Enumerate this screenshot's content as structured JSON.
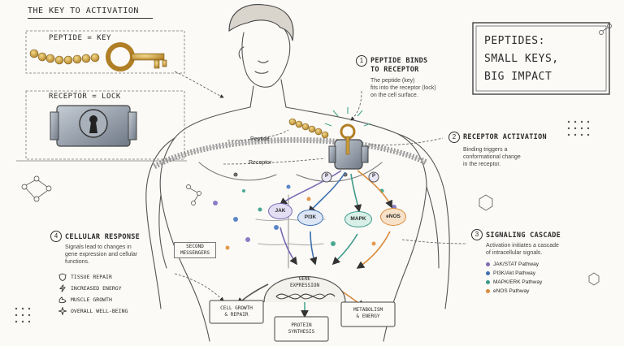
{
  "header": {
    "left_title": "THE KEY TO ACTIVATION",
    "peptide_eq": "PEPTIDE = KEY",
    "receptor_eq": "RECEPTOR = LOCK"
  },
  "headline": {
    "line1": "PEPTIDES:",
    "line2": "SMALL KEYS,",
    "line3": "BIG IMPACT"
  },
  "steps": [
    {
      "num": "1",
      "title": "PEPTIDE BINDS",
      "title2": "TO RECEPTOR",
      "desc": [
        "The peptide (key)",
        "fits into the receptor (lock)",
        "on the cell surface."
      ]
    },
    {
      "num": "2",
      "title": "RECEPTOR ACTIVATION",
      "desc": [
        "Binding triggers a",
        "conformational change",
        "in the receptor."
      ]
    },
    {
      "num": "3",
      "title": "SIGNALING CASCADE",
      "desc": [
        "Activation initiates a cascade",
        "of intracellular signals."
      ]
    },
    {
      "num": "4",
      "title": "CELLULAR RESPONSE",
      "desc": [
        "Signals lead to changes in",
        "gene expression and cellular",
        "functions."
      ]
    }
  ],
  "labels": {
    "peptide": "Peptide",
    "receptor": "Receptor",
    "p_marker": "P",
    "second_messengers_1": "SECOND",
    "second_messengers_2": "MESSENGERS"
  },
  "nodes": {
    "jak": "JAK",
    "pi3k": "PI3K",
    "mapk": "MAPK",
    "enos": "eNOS"
  },
  "outcomes": {
    "gene_1": "GENE",
    "gene_2": "EXPRESSION",
    "cell_1": "CELL GROWTH",
    "cell_2": "& REPAIR",
    "protein_1": "PROTEIN",
    "protein_2": "SYNTHESIS",
    "metab_1": "METABOLISM",
    "metab_2": "& ENERGY"
  },
  "pathways": [
    {
      "name": "JAK/STAT Pathway",
      "color": "#7a6bb5"
    },
    {
      "name": "PI3K/Akt Pathway",
      "color": "#3f6fb0"
    },
    {
      "name": "MAPK/ERK Pathway",
      "color": "#3f9a8a"
    },
    {
      "name": "eNOS Pathway",
      "color": "#d98a3a"
    }
  ],
  "responses": [
    {
      "label": "TISSUE REPAIR",
      "icon": "shield-icon"
    },
    {
      "label": "INCREASED ENERGY",
      "icon": "lightning-icon"
    },
    {
      "label": "MUSCLE GROWTH",
      "icon": "muscle-icon"
    },
    {
      "label": "OVERALL WELL-BEING",
      "icon": "sparkle-icon"
    }
  ],
  "colors": {
    "jak": "#8b7cc4",
    "pi3k": "#5a86c6",
    "mapk": "#4aa893",
    "enos": "#e39a4c",
    "gold": "#c99a3a",
    "metal": "#8c96a3"
  }
}
